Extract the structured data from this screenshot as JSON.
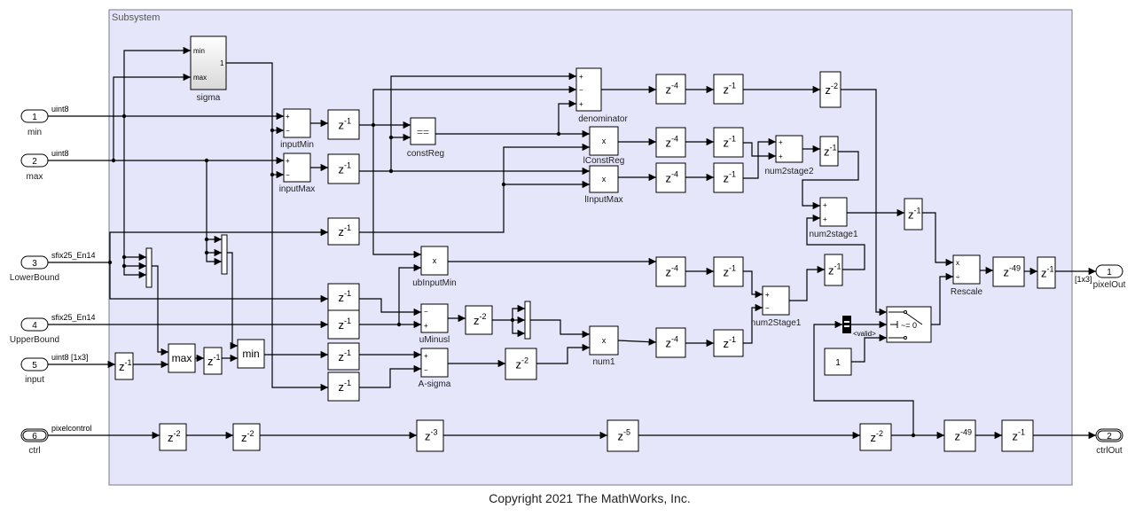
{
  "subsystem_label": "Subsystem",
  "inports": [
    {
      "num": "1",
      "name": "min",
      "type": "uint8"
    },
    {
      "num": "2",
      "name": "max",
      "type": "uint8"
    },
    {
      "num": "3",
      "name": "LowerBound",
      "type": "sfix25_En14"
    },
    {
      "num": "4",
      "name": "UpperBound",
      "type": "sfix25_En14"
    },
    {
      "num": "5",
      "name": "input",
      "type": "uint8 [1x3]"
    },
    {
      "num": "6",
      "name": "ctrl",
      "type": "pixelcontrol"
    }
  ],
  "outports": [
    {
      "num": "1",
      "name": "pixelOut",
      "type": "[1x3]"
    },
    {
      "num": "2",
      "name": "ctrlOut"
    }
  ],
  "blocks": {
    "sigma": {
      "label": "sigma",
      "in1": "min",
      "in2": "max",
      "out": "1"
    },
    "inputMin": {
      "label": "inputMin",
      "s1": "+",
      "s2": "−"
    },
    "inputMax": {
      "label": "inputMax",
      "s1": "+",
      "s2": "−"
    },
    "constReg": {
      "label": "constReg",
      "op": "=="
    },
    "denominator": {
      "label": "denominator",
      "s1": "+",
      "s2": "−",
      "s3": "+"
    },
    "lConstReg": {
      "label": "lConstReg",
      "op": "x"
    },
    "lInputMax": {
      "label": "lInputMax",
      "op": "x"
    },
    "num2stage2": {
      "label": "num2stage2",
      "s1": "+",
      "s2": "+"
    },
    "num2stage1": {
      "label": "num2stage1",
      "s1": "+",
      "s2": "+"
    },
    "ubInputMin": {
      "label": "ubInputMin",
      "op": "x"
    },
    "uMinusl": {
      "label": "uMinusl",
      "s1": "−",
      "s2": "+"
    },
    "A_sigma": {
      "label": "A-sigma",
      "s1": "+",
      "s2": "−"
    },
    "num1": {
      "label": "num1",
      "op": "x"
    },
    "num2Stage1": {
      "label": "num2Stage1",
      "s1": "+",
      "s2": "−"
    },
    "max": {
      "label": "max"
    },
    "min": {
      "label": "min"
    },
    "switch": {
      "criteria": "~= 0"
    },
    "valid": {
      "label": "<valid>"
    },
    "const1": {
      "value": "1"
    },
    "Rescale": {
      "label": "Rescale",
      "s1": "x",
      "s2": "÷"
    }
  },
  "delay_exponents": [
    "-1",
    "-1",
    "-1",
    "-1",
    "-1",
    "-1",
    "-1",
    "-1",
    "-1",
    "-2",
    "-2",
    "-4",
    "-1",
    "-2",
    "-4",
    "-1",
    "-4",
    "-1",
    "-1",
    "-1",
    "-4",
    "-1",
    "-4",
    "-1",
    "-1",
    "-49",
    "-1",
    "-2",
    "-2",
    "-3",
    "-5",
    "-2",
    "-49",
    "-1"
  ],
  "colors": {
    "subsystem_fill": "#e6e6fa",
    "subsystem_border": "#7a7a8c"
  },
  "copyright": "Copyright 2021 The MathWorks, Inc."
}
